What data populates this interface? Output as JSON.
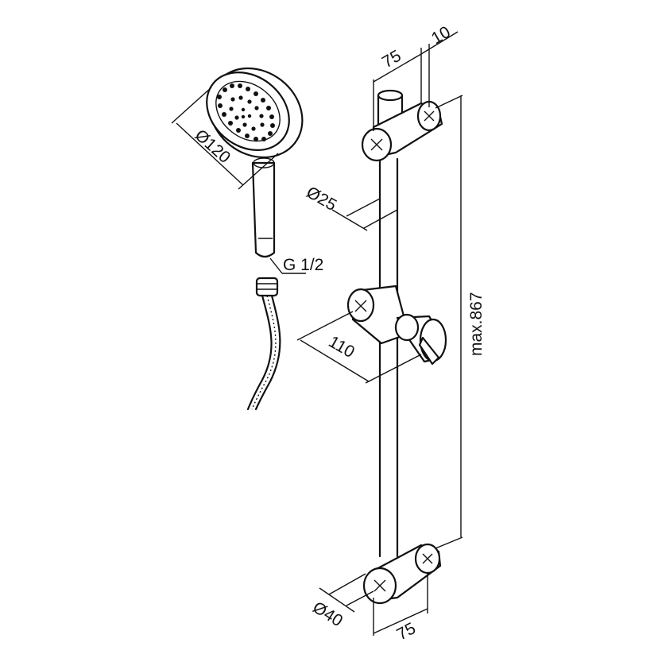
{
  "dimensions": {
    "head_diameter": "Ø120",
    "thread": "G 1/2",
    "bar_diameter": "Ø25",
    "holder_width": "110",
    "bar_length": "max.867",
    "top_offset": "75",
    "top_clearance": "10",
    "bracket_diameter": "Ø40",
    "bottom_offset": "75"
  },
  "icons": [
    "hand-shower",
    "shower-hose",
    "slide-bar",
    "wall-bracket",
    "slider-holder"
  ]
}
